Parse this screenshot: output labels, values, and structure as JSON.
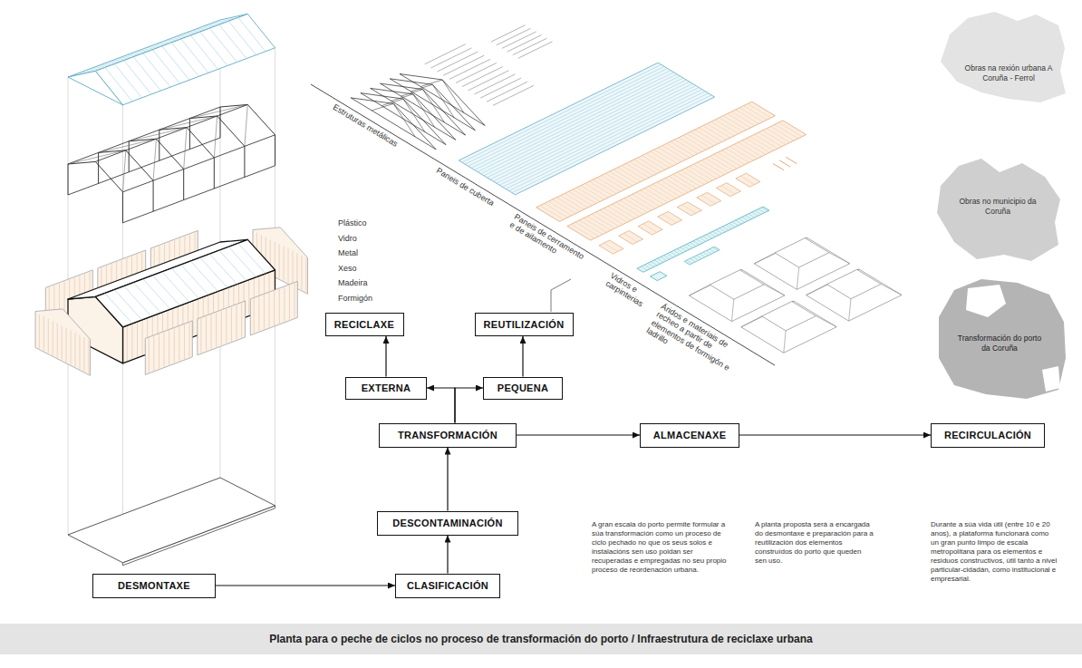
{
  "diagram": {
    "title": "Planta para o peche de ciclos no proceso de transformación do porto / Infraestrutura de reciclaxe urbana",
    "nodes": [
      {
        "text": [
          "Obras na rexión urbana A Coruña - Ferrol"
        ]
      },
      {
        "text": [
          "Obras no municipio da Coruña"
        ]
      },
      {
        "text": [
          "Transformación do porto da Coruña"
        ]
      },
      {
        "text": [
          "RECICLAXE"
        ]
      },
      {
        "text": [
          "REUTILIZACIÓN"
        ]
      },
      {
        "text": [
          "EXTERNA"
        ]
      },
      {
        "text": [
          "PEQUENA"
        ]
      },
      {
        "text": [
          "TRANSFORMACIÓN"
        ]
      },
      {
        "text": [
          "ALMACENAXE"
        ]
      },
      {
        "text": [
          "RECIRCULACIÓN"
        ]
      },
      {
        "text": [
          "DESCONTAMINACIÓN"
        ]
      },
      {
        "text": [
          "DESMONTAXE"
        ]
      },
      {
        "text": [
          "CLASIFICACIÓN"
        ]
      }
    ],
    "edges": [
      {
        "from": 11,
        "to": 12,
        "arrow": "to"
      },
      {
        "from": 12,
        "to": 10,
        "arrow": "to"
      },
      {
        "from": 10,
        "to": 7,
        "arrow": "to"
      },
      {
        "from": 7,
        "to": 5,
        "arrow": "to"
      },
      {
        "from": 7,
        "to": 6,
        "arrow": "to"
      },
      {
        "from": 5,
        "to": 3,
        "arrow": "to"
      },
      {
        "from": 6,
        "to": 4,
        "arrow": "to"
      },
      {
        "from": 7,
        "to": 8,
        "arrow": "to"
      },
      {
        "from": 8,
        "to": 9,
        "arrow": "to"
      }
    ],
    "labels": [
      "Estruturas metálicas",
      "Paneis de cuberta",
      "Paneis de cerramento e de ailamento",
      "Vidros e carpinterias",
      "Áridos e materiais de recheo a partir de elementos de formigón e ladrillo",
      "Plástico",
      "Vidro",
      "Metal",
      "Xeso",
      "Madeira",
      "Formigón",
      "A gran escala do porto permite formular a súa transformación como un proceso de ciclo pechado no que os seus solos e instalacións sen uso poidan ser recuperadas e empregadas no seu propio proceso de reordenación urbana.",
      "A planta proposta será a encargada do desmontaxe e preparación para a reutilización dos elementos construídos do porto que queden sen uso.",
      "Durante a súa vida útil (entre 10 e 20 anos), a plataforma funcionará como un gran punto limpo de escala metropolitana para os elementos e residuos constructivos, útil tanto a nivel particular-cidadán, como institucional e empresarial."
    ]
  }
}
